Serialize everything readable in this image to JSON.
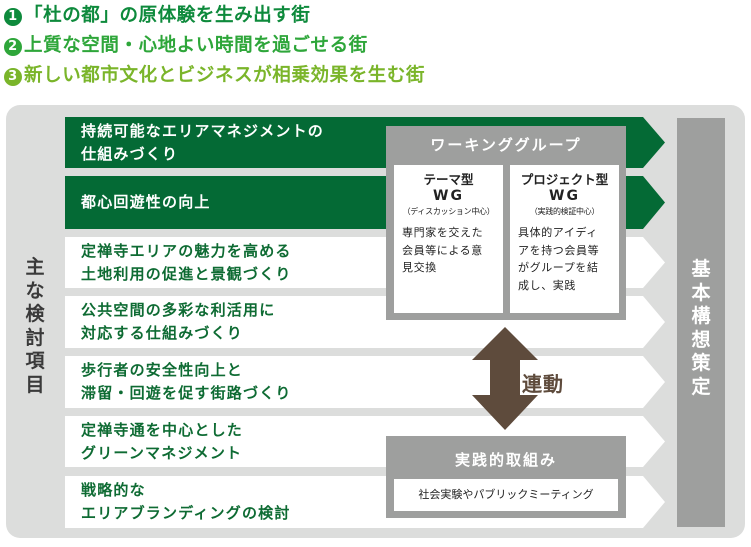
{
  "goals": [
    {
      "num": "1",
      "text": "「杜の都」の原体験を生み出す街",
      "color": "#0e8a3c"
    },
    {
      "num": "2",
      "text": "上質な空間・心地よい時間を過ごせる街",
      "color": "#2ea63a"
    },
    {
      "num": "3",
      "text": "新しい都市文化とビジネスが相乗効果を生む街",
      "color": "#7ab52a"
    }
  ],
  "side_label": [
    "主",
    "な",
    "検",
    "討",
    "項",
    "目"
  ],
  "items": [
    {
      "lines": [
        "持続可能なエリアマネジメントの",
        "仕組みづくり"
      ],
      "style": "dark"
    },
    {
      "lines": [
        "都心回遊性の向上"
      ],
      "style": "dark"
    },
    {
      "lines": [
        "定禅寺エリアの魅力を高める",
        "土地利用の促進と景観づくり"
      ],
      "style": "light"
    },
    {
      "lines": [
        "公共空間の多彩な利活用に",
        "対応する仕組みづくり"
      ],
      "style": "light"
    },
    {
      "lines": [
        "歩行者の安全性向上と",
        "滞留・回遊を促す街路づくり"
      ],
      "style": "light"
    },
    {
      "lines": [
        "定禅寺通を中心とした",
        "グリーンマネジメント"
      ],
      "style": "light"
    },
    {
      "lines": [
        "戦略的な",
        "エリアブランディングの検討"
      ],
      "style": "light"
    }
  ],
  "working_group": {
    "title": "ワーキンググループ",
    "cards": [
      {
        "type": "テーマ型",
        "abbr": "WG",
        "sub": "（ディスカッション中心）",
        "desc": [
          "専門家を交えた",
          "会員等による意",
          "見交換"
        ]
      },
      {
        "type": "プロジェクト型",
        "abbr": "WG",
        "sub": "（実践的検証中心）",
        "desc": [
          "具体的アイディ",
          "アを持つ会員等",
          "がグループを結",
          "成し、実践"
        ]
      }
    ]
  },
  "link_label": "連動",
  "practice": {
    "title": "実践的取組み",
    "content": "社会実験やパブリックミーティング"
  },
  "final": [
    "基",
    "本",
    "構",
    "想",
    "策",
    "定"
  ],
  "colors": {
    "dark_green": "#046a35",
    "panel_gray": "#dcdddc",
    "box_gray": "#9e9f9e",
    "arrow_brown": "#5e4b3c"
  }
}
